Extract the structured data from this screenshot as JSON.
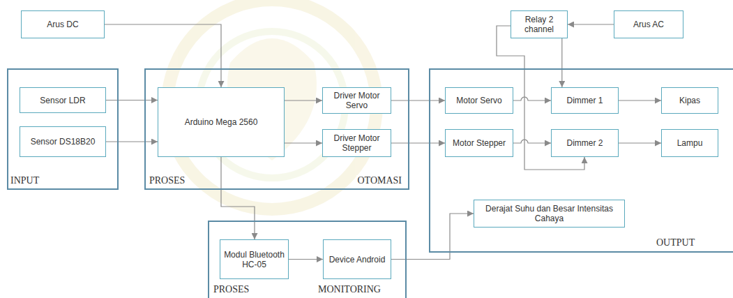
{
  "diagram": {
    "nodes": [
      {
        "text": [
          "Arus DC"
        ]
      },
      {
        "text": [
          "Relay 2 channel"
        ]
      },
      {
        "text": [
          "Arus AC"
        ]
      },
      {
        "text": [
          "INPUT"
        ]
      },
      {
        "text": [
          "Sensor LDR"
        ],
        "in": 3
      },
      {
        "text": [
          "Sensor DS18B20"
        ],
        "in": 3
      },
      {
        "text": [
          "PROSES",
          "OTOMASI"
        ]
      },
      {
        "text": [
          "Arduino Mega 2560"
        ],
        "in": 6
      },
      {
        "text": [
          "Driver Motor Servo"
        ],
        "in": 6
      },
      {
        "text": [
          "Driver Motor Stepper"
        ],
        "in": 6
      },
      {
        "text": [
          "OUTPUT"
        ]
      },
      {
        "text": [
          "Motor Servo"
        ],
        "in": 10
      },
      {
        "text": [
          "Motor Stepper"
        ],
        "in": 10
      },
      {
        "text": [
          "Dimmer 1"
        ],
        "in": 10
      },
      {
        "text": [
          "Dimmer 2"
        ],
        "in": 10
      },
      {
        "text": [
          "Kipas"
        ],
        "in": 10
      },
      {
        "text": [
          "Lampu"
        ],
        "in": 10
      },
      {
        "text": [
          "Derajat Suhu dan Besar Intensitas Cahaya"
        ],
        "in": 10
      },
      {
        "text": [
          "PROSES",
          "MONITORING"
        ]
      },
      {
        "text": [
          "Modul Bluetooth HC-05"
        ],
        "in": 18
      },
      {
        "text": [
          "Device Android"
        ],
        "in": 18
      }
    ],
    "edges": [
      {
        "from": 0,
        "to": 7,
        "arrow": "to"
      },
      {
        "from": 4,
        "to": 7,
        "arrow": "to"
      },
      {
        "from": 5,
        "to": 7,
        "arrow": "to"
      },
      {
        "from": 7,
        "to": 8,
        "arrow": "to"
      },
      {
        "from": 7,
        "to": 9,
        "arrow": "to"
      },
      {
        "from": 8,
        "to": 11,
        "arrow": "to"
      },
      {
        "from": 9,
        "to": 12,
        "arrow": "to"
      },
      {
        "from": 2,
        "to": 1,
        "arrow": "to"
      },
      {
        "from": 1,
        "to": 13,
        "arrow": "to"
      },
      {
        "from": 1,
        "to": 14,
        "arrow": "to"
      },
      {
        "from": 11,
        "to": 13,
        "arrow": "to"
      },
      {
        "from": 12,
        "to": 14,
        "arrow": "to"
      },
      {
        "from": 13,
        "to": 15,
        "arrow": "to"
      },
      {
        "from": 14,
        "to": 16,
        "arrow": "to"
      },
      {
        "from": 7,
        "to": 19,
        "arrow": "to"
      },
      {
        "from": 19,
        "to": 20,
        "arrow": "to"
      },
      {
        "from": 20,
        "to": 17,
        "arrow": "to"
      }
    ]
  }
}
